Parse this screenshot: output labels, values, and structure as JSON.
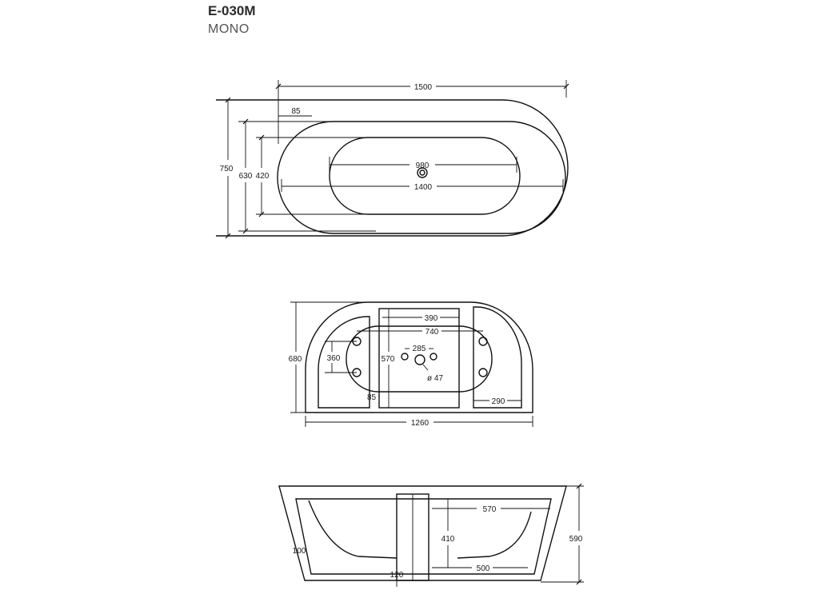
{
  "header": {
    "model": "E-030M",
    "variant": "MONO"
  },
  "top_view": {
    "length": "1500",
    "rim": "85",
    "inner_top": "980",
    "inner_bottom": "1400",
    "width": "750",
    "inner_width": "630",
    "basin_width": "420"
  },
  "base_view": {
    "span_390": "390",
    "span_740": "740",
    "span_285": "285",
    "drain": "ø 47",
    "height": "680",
    "foot_360": "360",
    "mid_570": "570",
    "edge_85": "85",
    "foot_290": "290",
    "length": "1260"
  },
  "side_view": {
    "top_570": "570",
    "depth_410": "410",
    "bottom_500": "500",
    "height": "590",
    "wall_100": "100",
    "base_120": "120"
  }
}
